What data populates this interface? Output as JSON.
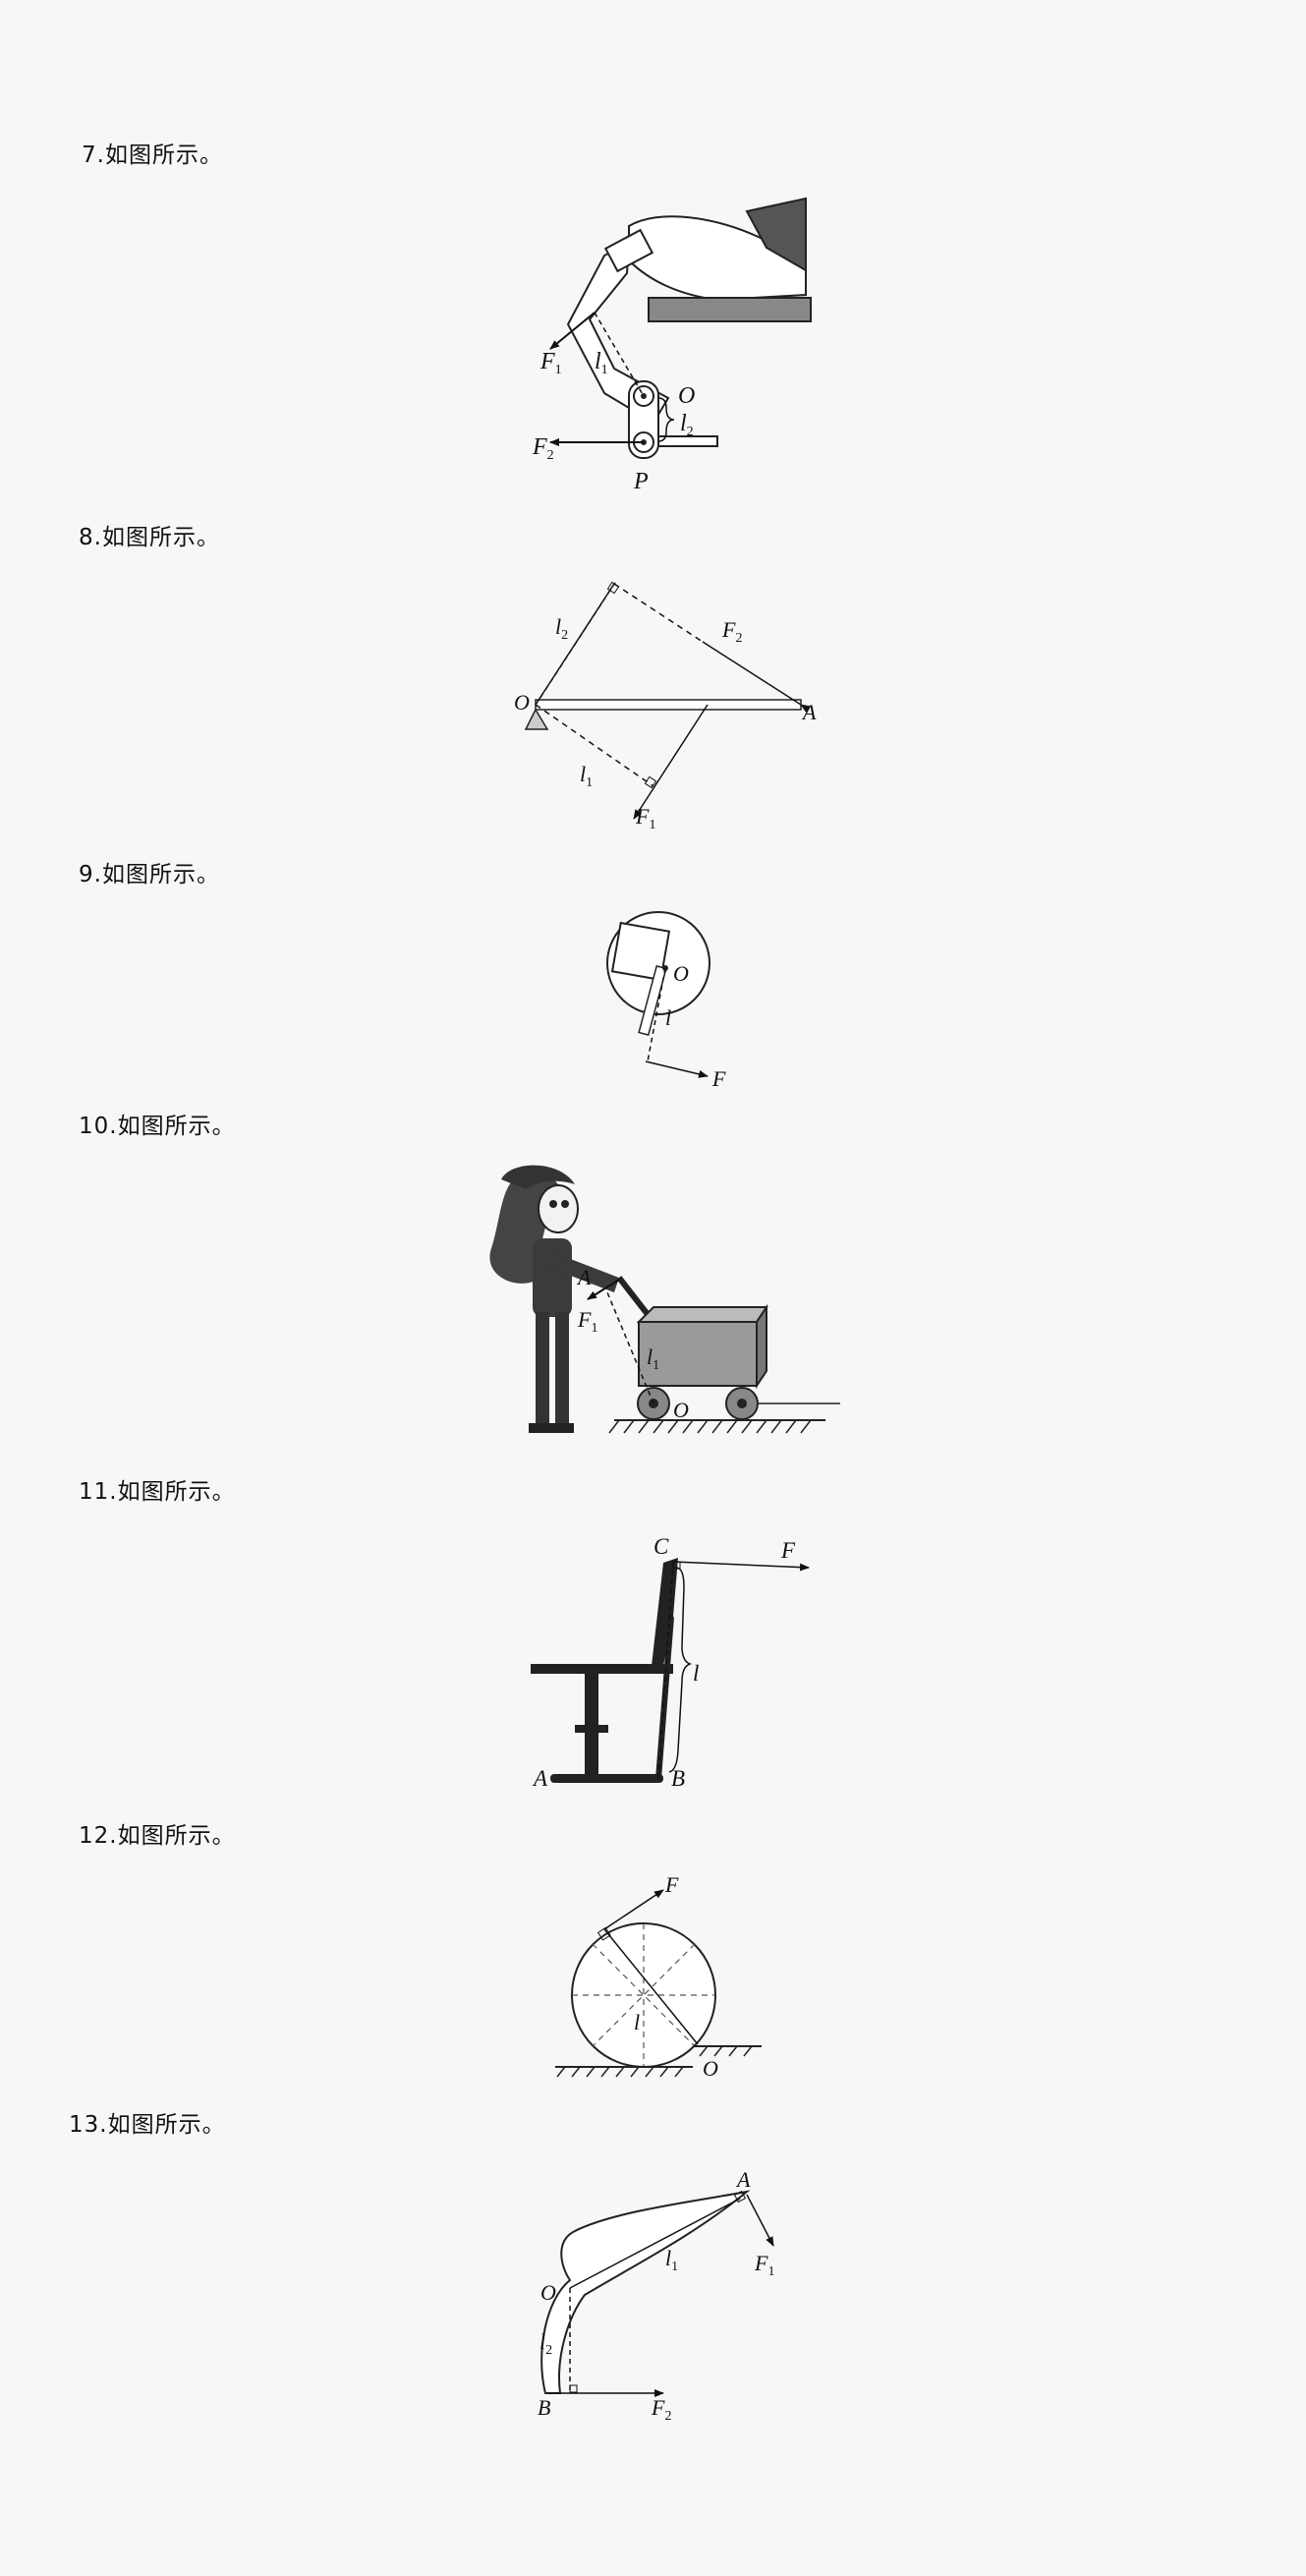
{
  "questions": [
    {
      "label": "7.如图所示。",
      "figure_labels": {
        "F1": "F",
        "F1_sub": "1",
        "l1": "l",
        "l1_sub": "1",
        "O": "O",
        "l2": "l",
        "l2_sub": "2",
        "F2": "F",
        "F2_sub": "2",
        "P": "P"
      }
    },
    {
      "label": "8.如图所示。",
      "figure_labels": {
        "l2": "l",
        "l2_sub": "2",
        "F2": "F",
        "F2_sub": "2",
        "O": "O",
        "A": "A",
        "l1": "l",
        "l1_sub": "1",
        "F1": "F",
        "F1_sub": "1"
      }
    },
    {
      "label": "9.如图所示。",
      "figure_labels": {
        "O": "O",
        "l": "l",
        "F": "F"
      }
    },
    {
      "label": "10.如图所示。",
      "figure_labels": {
        "A": "A",
        "F1": "F",
        "F1_sub": "1",
        "l1": "l",
        "l1_sub": "1",
        "O": "O"
      }
    },
    {
      "label": "11.如图所示。",
      "figure_labels": {
        "C": "C",
        "F": "F",
        "l": "l",
        "A": "A",
        "B": "B"
      }
    },
    {
      "label": "12.如图所示。",
      "figure_labels": {
        "F": "F",
        "l": "l",
        "O": "O"
      }
    },
    {
      "label": "13.如图所示。",
      "figure_labels": {
        "A": "A",
        "F1": "F",
        "F1_sub": "1",
        "O": "O",
        "l1": "l",
        "l1_sub": "1",
        "l2": "l",
        "l2_sub": "2",
        "B": "B",
        "F2": "F",
        "F2_sub": "2"
      }
    }
  ]
}
